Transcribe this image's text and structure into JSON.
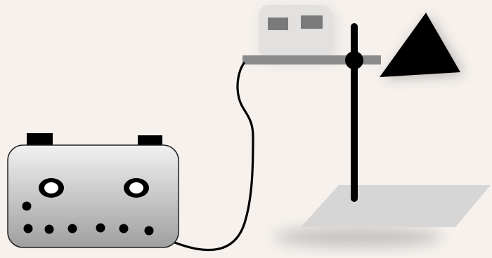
{
  "scene": {
    "background": "#f6f1ed",
    "components": [
      "battery",
      "wire",
      "sensor-device",
      "platform",
      "retort-stand",
      "triangular-flag",
      "base-plate"
    ]
  },
  "battery": {
    "body_gradient_top": "#f1f1f1",
    "body_gradient_bottom": "#9f9f9f",
    "terminal_count": 2,
    "eye_count": 2,
    "bottom_dot_count": 6,
    "side_dot_count": 1
  },
  "sensor": {
    "body_color": "#e3e1df",
    "window_color": "#7a7a7a",
    "window_count": 2
  },
  "platform": {
    "color": "#8a8a8a"
  },
  "stand": {
    "rod_color": "#000000",
    "base_color": "#d6d6d6"
  },
  "flag": {
    "color": "#000000"
  },
  "wire": {
    "color": "#000000"
  }
}
